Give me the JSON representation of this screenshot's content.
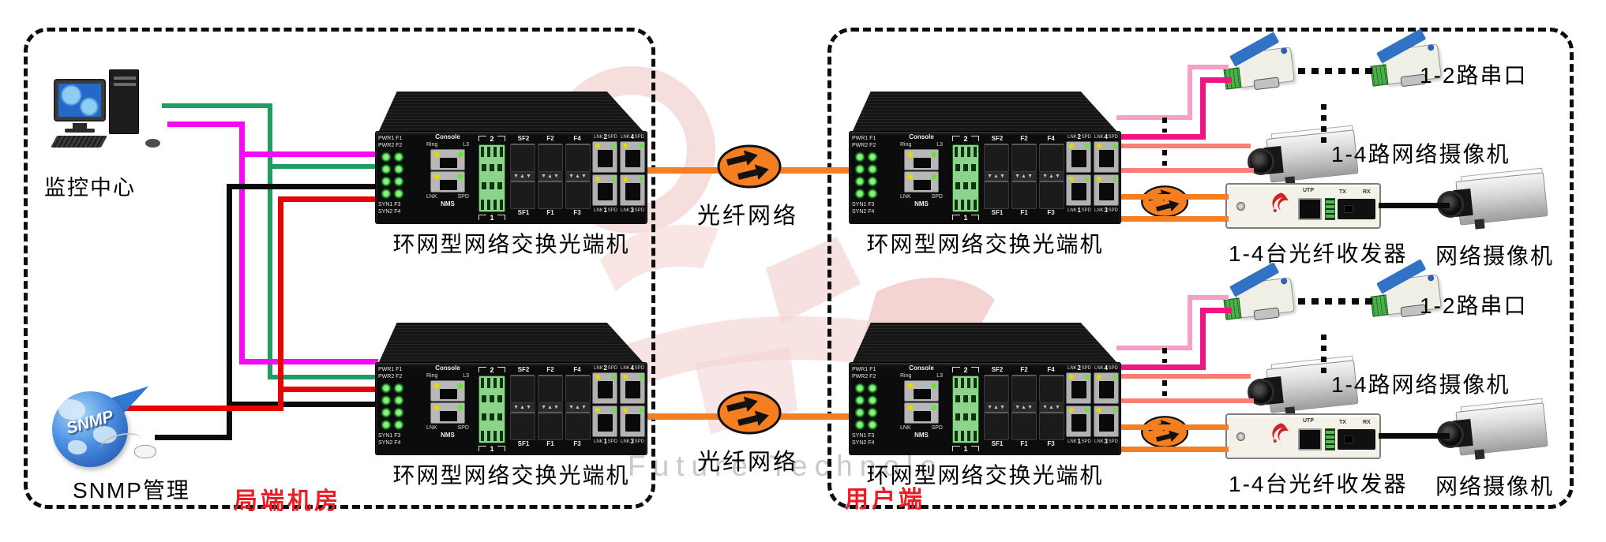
{
  "diagram": {
    "left_zone_label": "局端机房",
    "right_zone_label": "用户端",
    "monitor_center_label": "监控中心",
    "snmp_label": "SNMP管理",
    "snmp_globe_text": "SNMP",
    "switch_caption": "环网型网络交换光端机",
    "fiber_link_label": "光纤网络",
    "serial_caption": "1-2路串口",
    "camera_group_caption": "1-4路网络摄像机",
    "transceiver_caption": "1-4台光纤收发器",
    "camera_caption": "网络摄像机",
    "watermark_text": "Future Technolo"
  },
  "switch_device": {
    "console": "Console",
    "ring": "Ring",
    "l3": "L3",
    "nms": "NMS",
    "pwr1": "PWR1 F1",
    "pwr2": "PWR2 F2",
    "syn1": "SYN1 F3",
    "syn2": "SYN2 F4",
    "lnk": "LNK",
    "spd": "SPD",
    "terminal_top": "2",
    "terminal_bottom": "1",
    "sfp_top": [
      "SF2",
      "F2",
      "F4"
    ],
    "sfp_bottom": [
      "SF1",
      "F1",
      "F3"
    ],
    "rj45_top_numbers": [
      "2",
      "4"
    ],
    "rj45_bottom_numbers": [
      "1",
      "3"
    ],
    "latch_glyphs": "▼▲▼"
  },
  "transceiver_device": {
    "utp": "UTP",
    "tx": "TX",
    "rx": "RX"
  },
  "colors": {
    "wire_green": "#1f9e63",
    "wire_magenta": "#f708f7",
    "wire_black": "#0a0a0a",
    "wire_red": "#e60505",
    "wire_light_pink": "#f79ec6",
    "wire_hot_pink": "#f01583",
    "wire_salmon": "#f87f72",
    "fiber_orange": "#f57e20",
    "zone_label_red": "#ee1c24"
  }
}
